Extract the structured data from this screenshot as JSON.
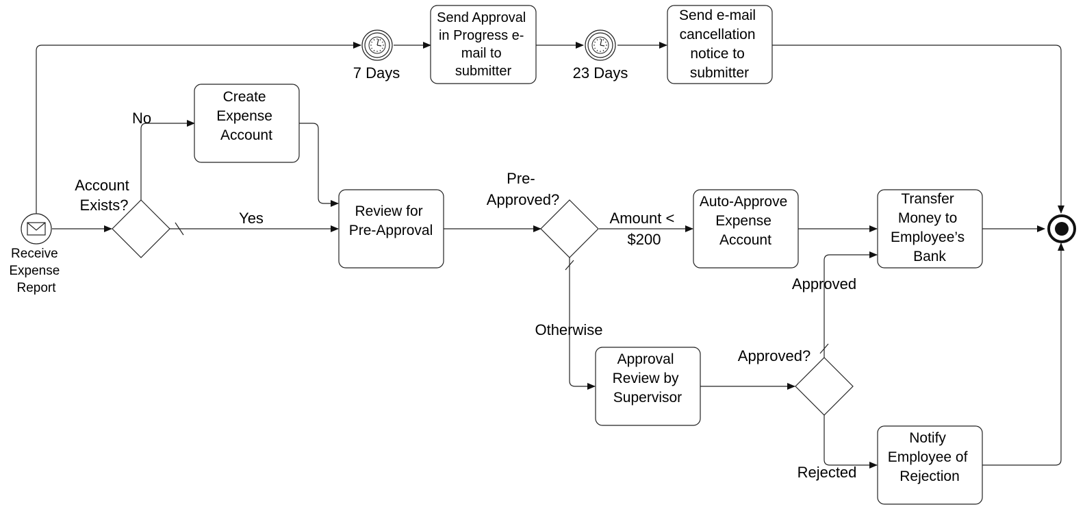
{
  "start_event": {
    "lines": [
      "Receive",
      "Expense",
      "Report"
    ],
    "icon": "envelope-icon"
  },
  "tasks": {
    "create_account": [
      "Create",
      "Expense",
      "Account"
    ],
    "review_preapproval": [
      "Review for",
      "Pre-Approval"
    ],
    "auto_approve": [
      "Auto-Approve",
      "Expense",
      "Account"
    ],
    "transfer_money": [
      "Transfer",
      "Money to",
      "Employee’s",
      "Bank"
    ],
    "approval_review": [
      "Approval",
      "Review by",
      "Supervisor"
    ],
    "notify_rejection": [
      "Notify",
      "Employee of",
      "Rejection"
    ],
    "send_progress_email": [
      "Send Approval",
      "in Progress e-",
      "mail to",
      "submitter"
    ],
    "send_cancellation": [
      "Send e-mail",
      "cancellation",
      "notice to",
      "submitter"
    ]
  },
  "gateways": {
    "account_exists": [
      "Account",
      "Exists?"
    ],
    "pre_approved": [
      "Pre-",
      "Approved?"
    ],
    "approved": [
      "Approved?"
    ]
  },
  "timers": {
    "timer_1": "7 Days",
    "timer_2": "23 Days"
  },
  "flow_labels": {
    "no": "No",
    "yes": "Yes",
    "amount": [
      "Amount <",
      "$200"
    ],
    "otherwise": "Otherwise",
    "approved": "Approved",
    "rejected": "Rejected"
  }
}
